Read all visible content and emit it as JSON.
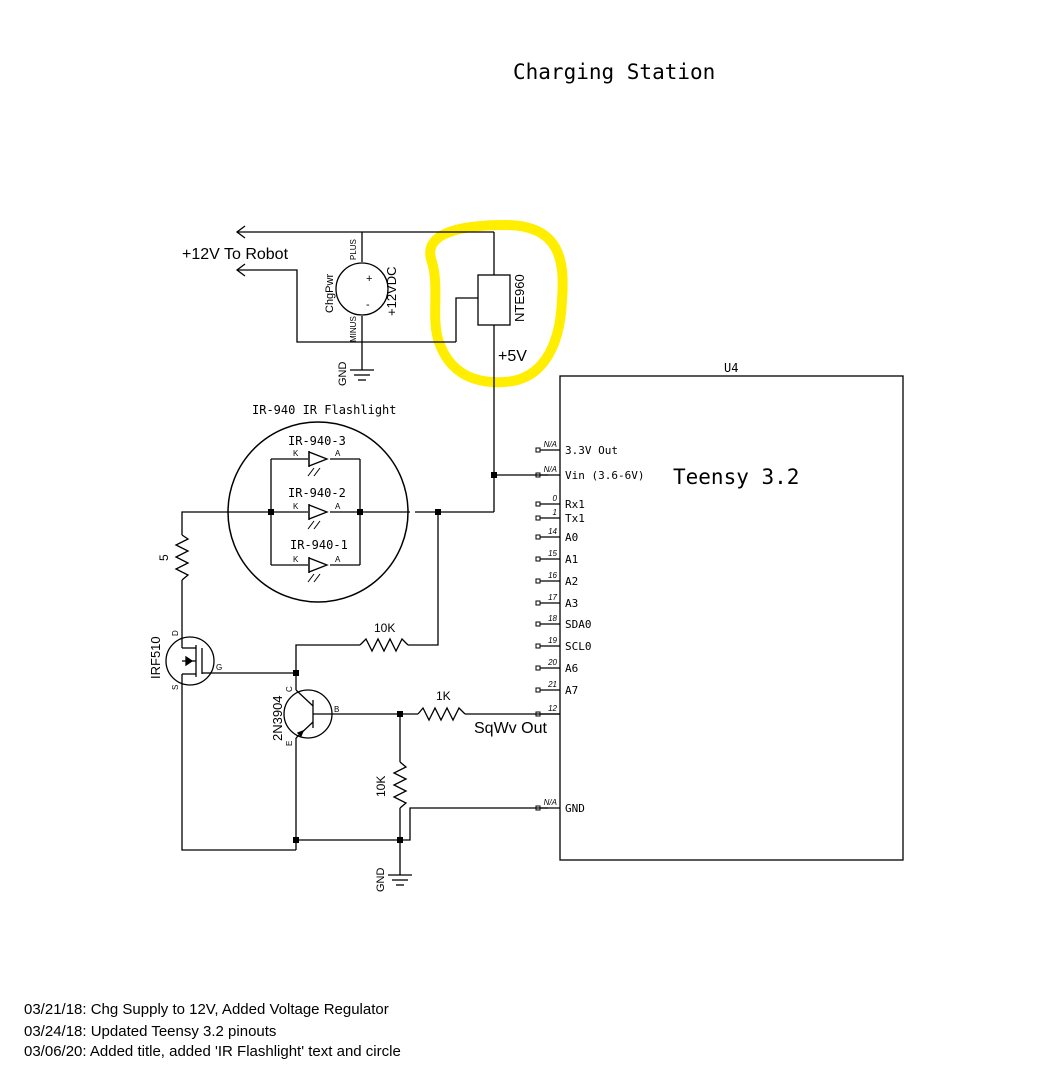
{
  "title": "Charging Station",
  "labels": {
    "robot_out": "+12V To Robot",
    "chgpwr": "ChgPwr",
    "plus": "PLUS",
    "minus": "MINUS",
    "pin_plus": "+",
    "pin_minus": "-",
    "supply_voltage": "+12VDC",
    "gnd": "GND",
    "regulator": "NTE960",
    "five_volt": "+5V",
    "flashlight": "IR-940 IR Flashlight",
    "led1": "IR-940-1",
    "led2": "IR-940-2",
    "led3": "IR-940-3",
    "k": "K",
    "a": "A",
    "r_5": "5",
    "mosfet": "IRF510",
    "pin_d": "D",
    "pin_g": "G",
    "pin_s": "S",
    "r_10k_top": "10K",
    "transistor": "2N3904",
    "pin_c": "C",
    "pin_b": "B",
    "pin_e": "E",
    "r_1k": "1K",
    "r_10k_bottom": "10K",
    "sqwv": "SqWv Out",
    "u4": "U4",
    "teensy": "Teensy 3.2"
  },
  "teensy_pins": [
    {
      "num": "N/A",
      "name": "3.3V Out"
    },
    {
      "num": "N/A",
      "name": "Vin (3.6-6V)"
    },
    {
      "num": "0",
      "name": "Rx1"
    },
    {
      "num": "1",
      "name": "Tx1"
    },
    {
      "num": "14",
      "name": "A0"
    },
    {
      "num": "15",
      "name": "A1"
    },
    {
      "num": "16",
      "name": "A2"
    },
    {
      "num": "17",
      "name": "A3"
    },
    {
      "num": "18",
      "name": "SDA0"
    },
    {
      "num": "19",
      "name": "SCL0"
    },
    {
      "num": "20",
      "name": "A6"
    },
    {
      "num": "21",
      "name": "A7"
    },
    {
      "num": "12",
      "name": ""
    },
    {
      "num": "N/A",
      "name": "GND"
    }
  ],
  "revision_notes": [
    "03/21/18: Chg Supply to 12V, Added Voltage Regulator",
    "03/24/18: Updated Teensy 3.2 pinouts",
    "03/06/20: Added title, added 'IR Flashlight' text and circle"
  ],
  "colors": {
    "highlight": "#ffee00",
    "line": "#000000"
  }
}
